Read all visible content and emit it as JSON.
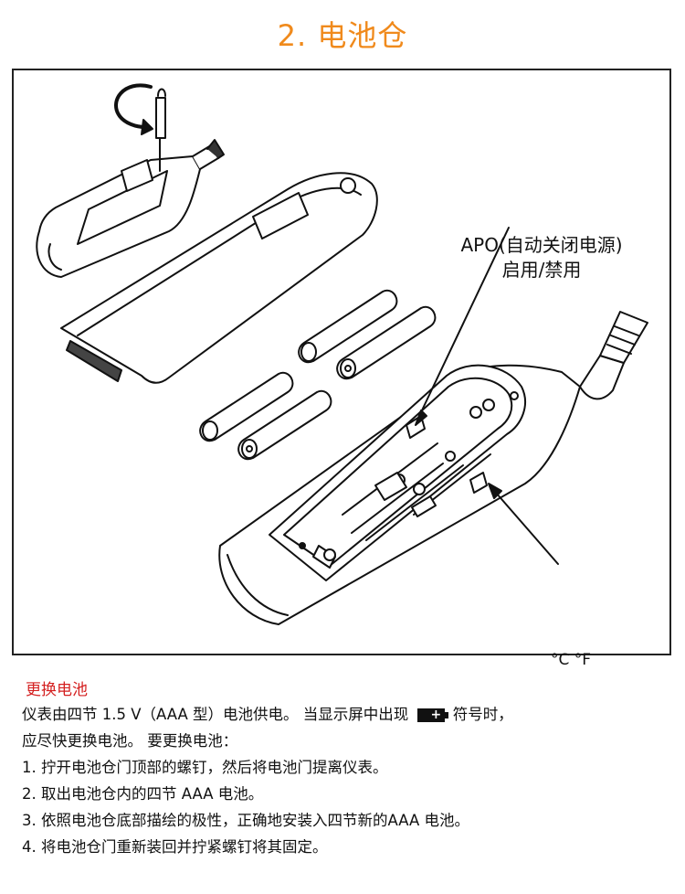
{
  "page": {
    "title": "2. 电池仓"
  },
  "figure": {
    "callout_apo_line1": "APO(自动关闭电源)",
    "callout_apo_line2": "启用/禁用",
    "callout_temp": "°C °F"
  },
  "section": {
    "heading": "更换电池",
    "intro_line1_a": "仪表由四节 1.5 V（AAA 型）电池供电。 当显示屏中出现",
    "intro_line1_b": "符号时，",
    "intro_line2": "应尽快更换电池。 要更换电池：",
    "steps": [
      "1. 拧开电池仓门顶部的螺钉，然后将电池门提离仪表。",
      "2. 取出电池仓内的四节 AAA 电池。",
      "3. 依照电池仓底部描绘的极性，正确地安装入四节新的AAA 电池。",
      "4. 将电池仓门重新装回并拧紧螺钉将其固定。"
    ]
  },
  "icons": {
    "battery_low": "battery-low-icon",
    "screwdriver": "screwdriver-icon",
    "rotate_arrow": "rotate-arrow-icon"
  }
}
